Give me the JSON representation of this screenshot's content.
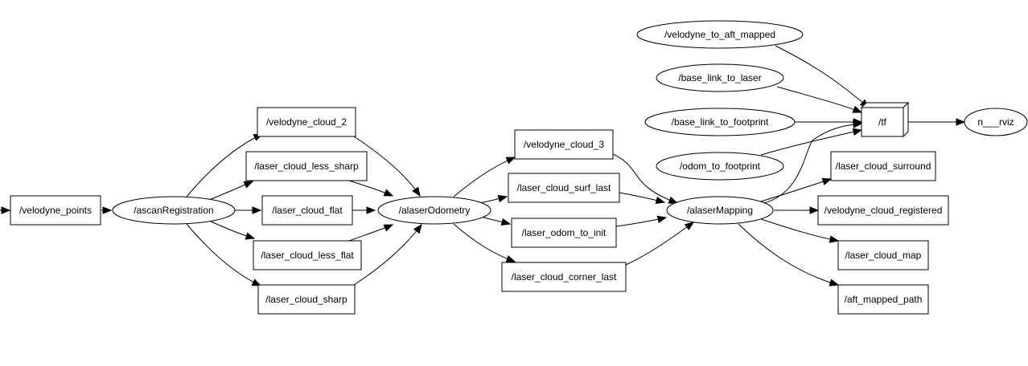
{
  "graph": {
    "nodes": [
      {
        "id": "velodyne_points",
        "label": "/velodyne_points",
        "kind": "topic"
      },
      {
        "id": "ascanRegistration",
        "label": "/ascanRegistration",
        "kind": "node"
      },
      {
        "id": "velodyne_cloud_2",
        "label": "/velodyne_cloud_2",
        "kind": "topic"
      },
      {
        "id": "laser_cloud_less_sharp",
        "label": "/laser_cloud_less_sharp",
        "kind": "topic"
      },
      {
        "id": "laser_cloud_flat",
        "label": "/laser_cloud_flat",
        "kind": "topic"
      },
      {
        "id": "laser_cloud_less_flat",
        "label": "/laser_cloud_less_flat",
        "kind": "topic"
      },
      {
        "id": "laser_cloud_sharp",
        "label": "/laser_cloud_sharp",
        "kind": "topic"
      },
      {
        "id": "alaserOdometry",
        "label": "/alaserOdometry",
        "kind": "node"
      },
      {
        "id": "velodyne_cloud_3",
        "label": "/velodyne_cloud_3",
        "kind": "topic"
      },
      {
        "id": "laser_cloud_surf_last",
        "label": "/laser_cloud_surf_last",
        "kind": "topic"
      },
      {
        "id": "laser_odom_to_init",
        "label": "/laser_odom_to_init",
        "kind": "topic"
      },
      {
        "id": "laser_cloud_corner_last",
        "label": "/laser_cloud_corner_last",
        "kind": "topic"
      },
      {
        "id": "alaserMapping",
        "label": "/alaserMapping",
        "kind": "node"
      },
      {
        "id": "laser_cloud_surround",
        "label": "/laser_cloud_surround",
        "kind": "topic"
      },
      {
        "id": "velodyne_cloud_registered",
        "label": "/velodyne_cloud_registered",
        "kind": "topic"
      },
      {
        "id": "laser_cloud_map",
        "label": "/laser_cloud_map",
        "kind": "topic"
      },
      {
        "id": "aft_mapped_path",
        "label": "/aft_mapped_path",
        "kind": "topic"
      },
      {
        "id": "velodyne_to_aft_mapped",
        "label": "/velodyne_to_aft_mapped",
        "kind": "node"
      },
      {
        "id": "base_link_to_laser",
        "label": "/base_link_to_laser",
        "kind": "node"
      },
      {
        "id": "base_link_to_footprint",
        "label": "/base_link_to_footprint",
        "kind": "node"
      },
      {
        "id": "odom_to_footprint",
        "label": "/odom_to_footprint",
        "kind": "node"
      },
      {
        "id": "tf",
        "label": "/tf",
        "kind": "tf"
      },
      {
        "id": "rviz",
        "label": "n___rviz",
        "kind": "node"
      }
    ],
    "edges": [
      {
        "from": "",
        "to": "velodyne_points"
      },
      {
        "from": "velodyne_points",
        "to": "ascanRegistration"
      },
      {
        "from": "ascanRegistration",
        "to": "velodyne_cloud_2"
      },
      {
        "from": "ascanRegistration",
        "to": "laser_cloud_less_sharp"
      },
      {
        "from": "ascanRegistration",
        "to": "laser_cloud_flat"
      },
      {
        "from": "ascanRegistration",
        "to": "laser_cloud_less_flat"
      },
      {
        "from": "ascanRegistration",
        "to": "laser_cloud_sharp"
      },
      {
        "from": "velodyne_cloud_2",
        "to": "alaserOdometry"
      },
      {
        "from": "laser_cloud_less_sharp",
        "to": "alaserOdometry"
      },
      {
        "from": "laser_cloud_flat",
        "to": "alaserOdometry"
      },
      {
        "from": "laser_cloud_less_flat",
        "to": "alaserOdometry"
      },
      {
        "from": "laser_cloud_sharp",
        "to": "alaserOdometry"
      },
      {
        "from": "alaserOdometry",
        "to": "velodyne_cloud_3"
      },
      {
        "from": "alaserOdometry",
        "to": "laser_cloud_surf_last"
      },
      {
        "from": "alaserOdometry",
        "to": "laser_odom_to_init"
      },
      {
        "from": "alaserOdometry",
        "to": "laser_cloud_corner_last"
      },
      {
        "from": "velodyne_cloud_3",
        "to": "alaserMapping"
      },
      {
        "from": "laser_cloud_surf_last",
        "to": "alaserMapping"
      },
      {
        "from": "laser_odom_to_init",
        "to": "alaserMapping"
      },
      {
        "from": "laser_cloud_corner_last",
        "to": "alaserMapping"
      },
      {
        "from": "alaserMapping",
        "to": "tf"
      },
      {
        "from": "alaserMapping",
        "to": "laser_cloud_surround"
      },
      {
        "from": "alaserMapping",
        "to": "velodyne_cloud_registered"
      },
      {
        "from": "alaserMapping",
        "to": "laser_cloud_map"
      },
      {
        "from": "alaserMapping",
        "to": "aft_mapped_path"
      },
      {
        "from": "velodyne_to_aft_mapped",
        "to": "tf"
      },
      {
        "from": "base_link_to_laser",
        "to": "tf"
      },
      {
        "from": "base_link_to_footprint",
        "to": "tf"
      },
      {
        "from": "odom_to_footprint",
        "to": "tf"
      },
      {
        "from": "tf",
        "to": "rviz"
      }
    ]
  }
}
